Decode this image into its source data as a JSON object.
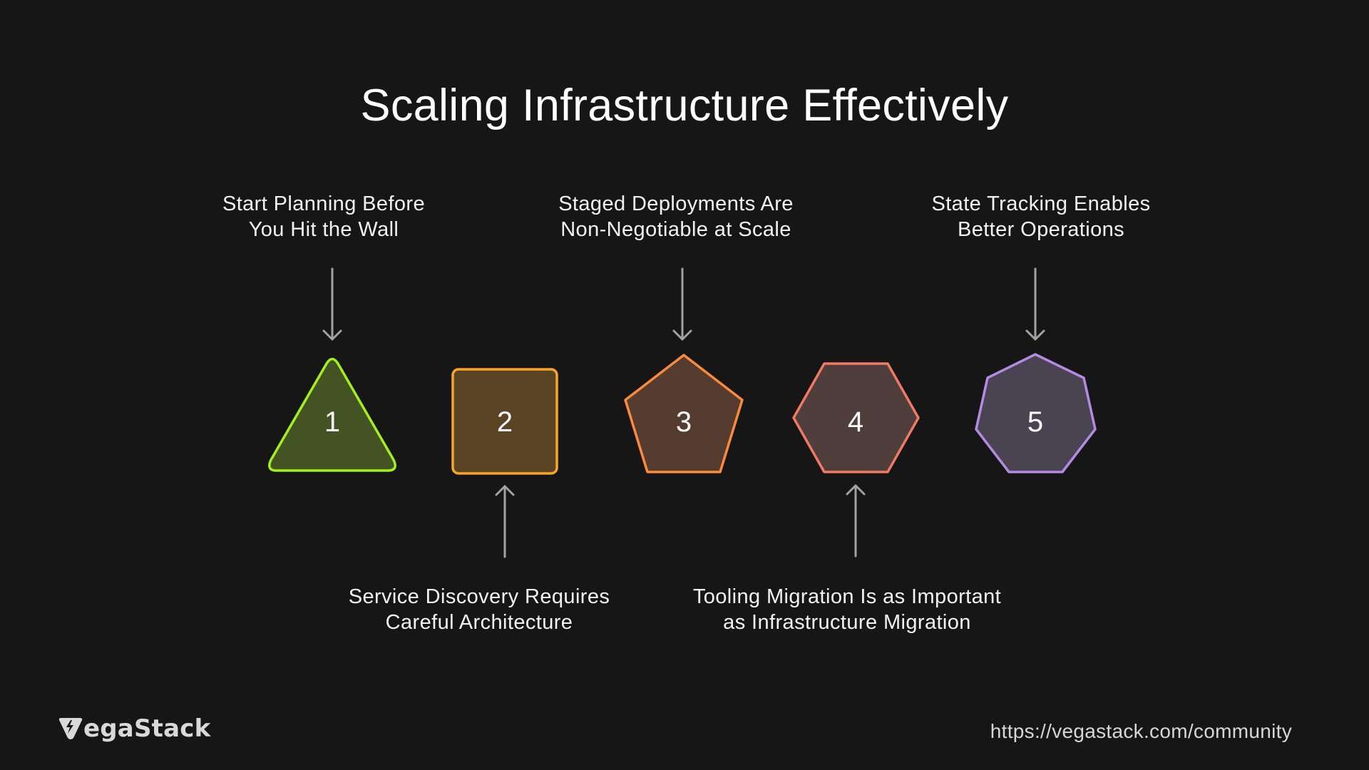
{
  "title": "Scaling Infrastructure Effectively",
  "steps": [
    {
      "number": "1",
      "shape": "triangle",
      "stroke": "#a3f01d",
      "fill": "#435323",
      "label_position": "top",
      "label": [
        "Start Planning Before",
        "You Hit the Wall"
      ]
    },
    {
      "number": "2",
      "shape": "square",
      "stroke": "#f7a62a",
      "fill": "#5b4424",
      "label_position": "bottom",
      "label": [
        "Service Discovery Requires",
        "Careful Architecture"
      ]
    },
    {
      "number": "3",
      "shape": "pentagon",
      "stroke": "#fa8a3c",
      "fill": "#563b2f",
      "label_position": "top",
      "label": [
        "Staged Deployments Are",
        "Non-Negotiable at Scale"
      ]
    },
    {
      "number": "4",
      "shape": "hexagon",
      "stroke": "#f07a63",
      "fill": "#4f3e3c",
      "label_position": "bottom",
      "label": [
        "Tooling Migration Is as Important",
        "as Infrastructure Migration"
      ]
    },
    {
      "number": "5",
      "shape": "heptagon",
      "stroke": "#b38be0",
      "fill": "#4a4352",
      "label_position": "top",
      "label": [
        "State Tracking Enables",
        "Better Operations"
      ]
    }
  ],
  "colors": {
    "background": "#161616",
    "arrow": "#a3a3a3",
    "text": "#ffffff"
  },
  "footer": {
    "logo_text": "egaStack",
    "logo_mark": "V",
    "url": "https://vegastack.com/community"
  }
}
